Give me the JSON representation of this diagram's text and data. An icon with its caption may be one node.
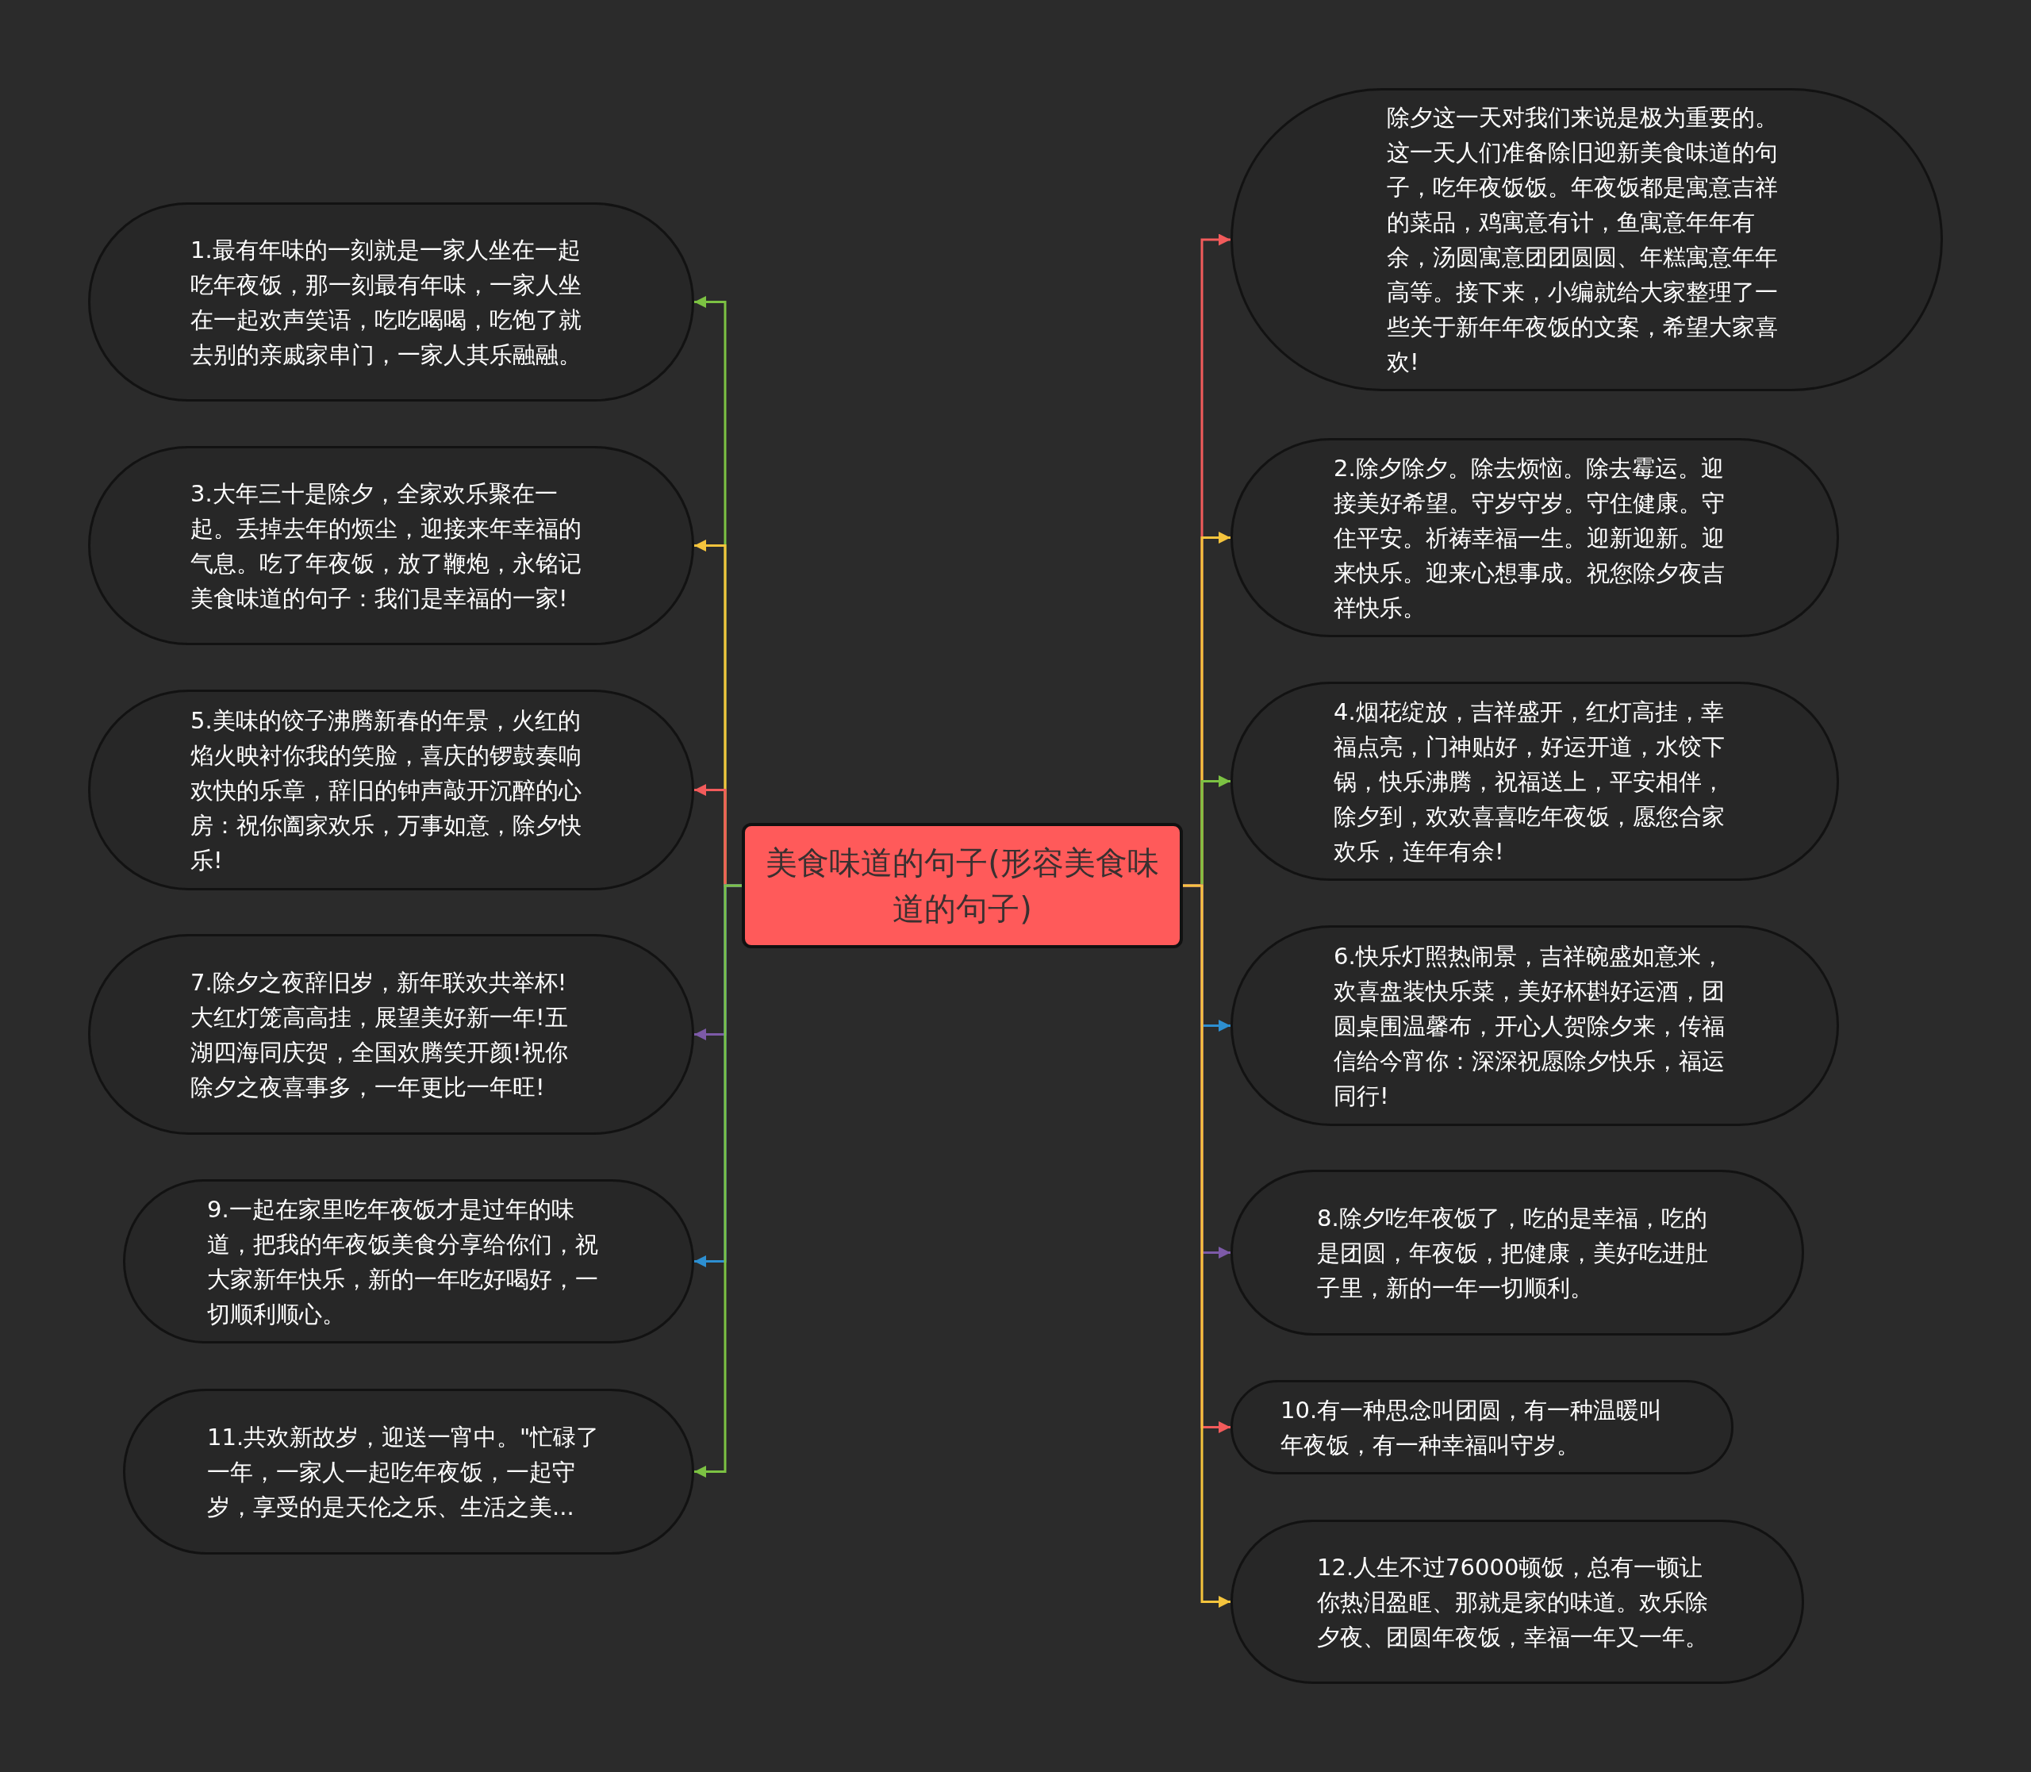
{
  "diagram": {
    "nodes": [
      {
        "text": [
          "美食味道的句子(形容美食味道的句子)"
        ]
      },
      {
        "text": [
          "除夕这一天对我们来说是极为重要的。这一天人们准备除旧迎新美食味道的句子，吃年夜饭饭。年夜饭都是寓意吉祥的菜品，鸡寓意有计，鱼寓意年年有余，汤圆寓意团团圆圆、年糕寓意年年高等。接下来，小编就给大家整理了一些关于新年年夜饭的文案，希望大家喜欢!"
        ]
      },
      {
        "text": [
          "1.最有年味的一刻就是一家人坐在一起吃年夜饭，那一刻最有年味，一家人坐在一起欢声笑语，吃吃喝喝，吃饱了就去别的亲戚家串门，一家人其乐融融。"
        ]
      },
      {
        "text": [
          "2.除夕除夕。除去烦恼。除去霉运。迎接美好希望。守岁守岁。守住健康。守住平安。祈祷幸福一生。迎新迎新。迎来快乐。迎来心想事成。祝您除夕夜吉祥快乐。"
        ]
      },
      {
        "text": [
          "3.大年三十是除夕，全家欢乐聚在一起。丢掉去年的烦尘，迎接来年幸福的气息。吃了年夜饭，放了鞭炮，永铭记美食味道的句子：我们是幸福的一家!"
        ]
      },
      {
        "text": [
          "4.烟花绽放，吉祥盛开，红灯高挂，幸福点亮，门神贴好，好运开道，水饺下锅，快乐沸腾，祝福送上，平安相伴，除夕到，欢欢喜喜吃年夜饭，愿您合家欢乐，连年有余!"
        ]
      },
      {
        "text": [
          "5.美味的饺子沸腾新春的年景，火红的焰火映衬你我的笑脸，喜庆的锣鼓奏响欢快的乐章，辞旧的钟声敲开沉醉的心房：祝你阖家欢乐，万事如意，除夕快乐!"
        ]
      },
      {
        "text": [
          "6.快乐灯照热闹景，吉祥碗盛如意米，欢喜盘装快乐菜，美好杯斟好运酒，团圆桌围温馨布，开心人贺除夕来，传福信给今宵你：深深祝愿除夕快乐，福运同行!"
        ]
      },
      {
        "text": [
          "7.除夕之夜辞旧岁，新年联欢共举杯!大红灯笼高高挂，展望美好新一年!五湖四海同庆贺，全国欢腾笑开颜!祝你除夕之夜喜事多，一年更比一年旺!"
        ]
      },
      {
        "text": [
          "8.除夕吃年夜饭了，吃的是幸福，吃的是团圆，年夜饭，把健康，美好吃进肚子里，新的一年一切顺利。"
        ]
      },
      {
        "text": [
          "9.一起在家里吃年夜饭才是过年的味道，把我的年夜饭美食分享给你们，祝大家新年快乐，新的一年吃好喝好，一切顺利顺心。"
        ]
      },
      {
        "text": [
          "10.有一种思念叫团圆，有一种温暖叫年夜饭，有一种幸福叫守岁。"
        ]
      },
      {
        "text": [
          "11.共欢新故岁，迎送一宵中。\"忙碌了一年，一家人一起吃年夜饭，一起守岁，享受的是天伦之乐、生活之美..."
        ]
      },
      {
        "text": [
          "12.人生不过76000顿饭，总有一顿让你热泪盈眶、那就是家的味道。欢乐除夕夜、团圆年夜饭，幸福一年又一年。"
        ]
      }
    ],
    "edges": [
      {
        "from": 0,
        "to": 1,
        "arrow": "to",
        "color": "#f25b5b"
      },
      {
        "from": 0,
        "to": 2,
        "arrow": "to",
        "color": "#7cc243"
      },
      {
        "from": 0,
        "to": 3,
        "arrow": "to",
        "color": "#f5c43d"
      },
      {
        "from": 0,
        "to": 4,
        "arrow": "to",
        "color": "#f5c43d"
      },
      {
        "from": 0,
        "to": 5,
        "arrow": "to",
        "color": "#7cc243"
      },
      {
        "from": 0,
        "to": 6,
        "arrow": "to",
        "color": "#f25b5b"
      },
      {
        "from": 0,
        "to": 7,
        "arrow": "to",
        "color": "#2d8fd1"
      },
      {
        "from": 0,
        "to": 8,
        "arrow": "to",
        "color": "#7d5aa8"
      },
      {
        "from": 0,
        "to": 9,
        "arrow": "to",
        "color": "#7d5aa8"
      },
      {
        "from": 0,
        "to": 10,
        "arrow": "to",
        "color": "#2d8fd1"
      },
      {
        "from": 0,
        "to": 11,
        "arrow": "to",
        "color": "#f25b5b"
      },
      {
        "from": 0,
        "to": 12,
        "arrow": "to",
        "color": "#7cc243"
      },
      {
        "from": 0,
        "to": 13,
        "arrow": "to",
        "color": "#f5c43d"
      }
    ]
  }
}
